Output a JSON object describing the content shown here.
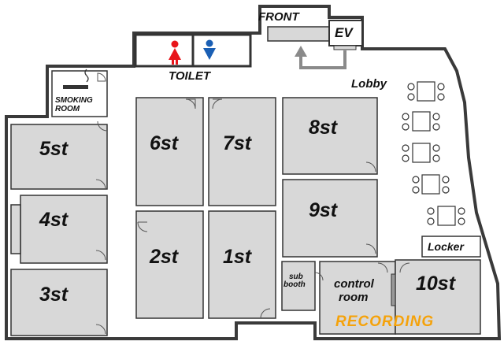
{
  "map": {
    "front": "FRONT",
    "ev": "EV",
    "toilet": "TOILET",
    "smoking_room": [
      "SMOKING",
      "ROOM"
    ],
    "lobby": "Lobby",
    "locker": "Locker",
    "sub_booth": [
      "sub",
      "booth"
    ],
    "control_room": [
      "control",
      "room"
    ],
    "recording": "RECORDING"
  },
  "rooms": {
    "r1": "1st",
    "r2": "2st",
    "r3": "3st",
    "r4": "4st",
    "r5": "5st",
    "r6": "6st",
    "r7": "7st",
    "r8": "8st",
    "r9": "9st",
    "r10": "10st"
  },
  "colors": {
    "room_fill": "#d8d8d8",
    "wall": "#333333",
    "accent_recording": "#f5a20a",
    "toilet_female": "#e8141a",
    "toilet_male": "#1a5fb4",
    "arrow": "#8a8a8a"
  },
  "icons": [
    "female-toilet-icon",
    "male-toilet-icon",
    "smoking-icon",
    "elevator-arrow-icon",
    "lobby-table-icon"
  ]
}
